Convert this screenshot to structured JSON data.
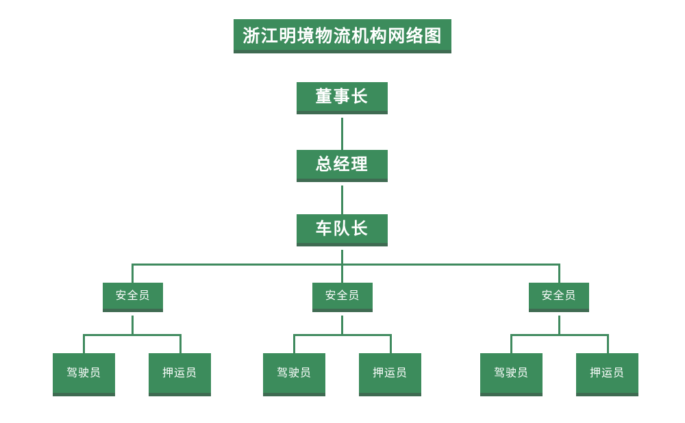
{
  "chart_data": {
    "type": "diagram",
    "title": "浙江明境物流机构网络图",
    "diagram_kind": "organizational-chart",
    "orientation": "top-down",
    "colors": {
      "node_fill": "#3c8c5c",
      "node_shadow": "#3f6b52",
      "connector": "#3f8a5e",
      "label": "#ffffff",
      "background": "#ffffff"
    },
    "levels": [
      {
        "level": 1,
        "labels": [
          "董事长"
        ]
      },
      {
        "level": 2,
        "labels": [
          "总经理"
        ]
      },
      {
        "level": 3,
        "labels": [
          "车队长"
        ]
      },
      {
        "level": 4,
        "labels": [
          "安全员",
          "安全员",
          "安全员"
        ]
      },
      {
        "level": 5,
        "labels": [
          "驾驶员",
          "押运员",
          "驾驶员",
          "押运员",
          "驾驶员",
          "押运员"
        ]
      }
    ],
    "edges": [
      {
        "from": "董事长",
        "to": "总经理"
      },
      {
        "from": "总经理",
        "to": "车队长"
      },
      {
        "from": "车队长",
        "to": "安全员-1"
      },
      {
        "from": "车队长",
        "to": "安全员-2"
      },
      {
        "from": "车队长",
        "to": "安全员-3"
      },
      {
        "from": "安全员-1",
        "to": "驾驶员-1"
      },
      {
        "from": "安全员-1",
        "to": "押运员-1"
      },
      {
        "from": "安全员-2",
        "to": "驾驶员-2"
      },
      {
        "from": "安全员-2",
        "to": "押运员-2"
      },
      {
        "from": "安全员-3",
        "to": "驾驶员-3"
      },
      {
        "from": "安全员-3",
        "to": "押运员-3"
      }
    ]
  },
  "title": {
    "text": "浙江明境物流机构网络图"
  },
  "nodes": {
    "chairman": "董事长",
    "general_manager": "总经理",
    "fleet_captain": "车队长",
    "safety_officers": [
      "安全员",
      "安全员",
      "安全员"
    ],
    "groups": [
      {
        "driver": "驾驶员",
        "escort": "押运员"
      },
      {
        "driver": "驾驶员",
        "escort": "押运员"
      },
      {
        "driver": "驾驶员",
        "escort": "押运员"
      }
    ]
  }
}
